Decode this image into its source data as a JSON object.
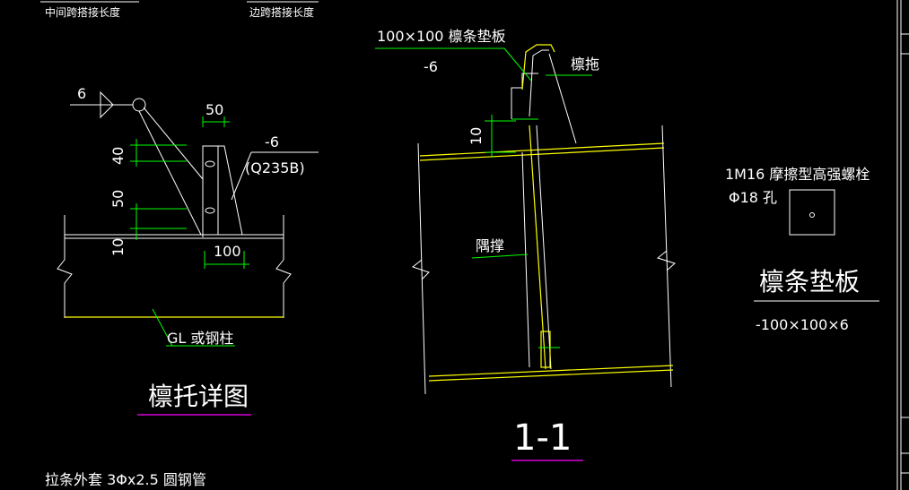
{
  "top_labels": {
    "left": "中间跨搭接长度",
    "right": "边跨搭接长度"
  },
  "purlin_detail": {
    "weld_size": "6",
    "dim_50_top": "50",
    "dim_40": "40",
    "dim_50_side": "50",
    "dim_10": "10",
    "dim_100": "100",
    "plate_thickness": "-6",
    "material": "(Q235B)",
    "beam_label": "GL 或钢柱",
    "title": "檩托详图"
  },
  "section_1_1": {
    "pad_label": "100×100 檩条垫板",
    "pad_thickness": "-6",
    "purlin_support_label": "檩拖",
    "dim_10": "10",
    "brace_label": "隅撑",
    "title": "1-1"
  },
  "pad_plate": {
    "bolt_label": "1M16 摩擦型高强螺栓",
    "hole_label": "Φ18 孔",
    "title": "檩条垫板",
    "size": "-100×100×6"
  },
  "bottom_label": "拉条外套 3Φx2.5 圆钢管",
  "colors": {
    "background": "#000000",
    "line": "#ffffff",
    "dimension": "#00ff00",
    "member": "#ffff00",
    "title_underline": "#ff00ff"
  }
}
